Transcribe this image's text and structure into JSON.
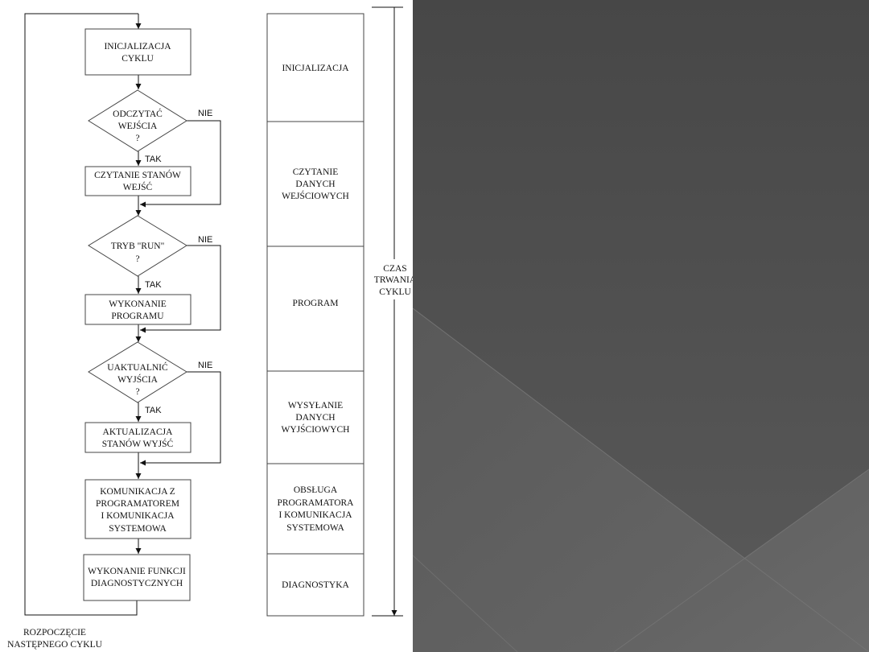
{
  "flowchart": {
    "init": [
      "INICJALIZACJA",
      "CYKLU"
    ],
    "decision_read": [
      "ODCZYTAĆ",
      "WEJŚCIA",
      "?"
    ],
    "read_inputs": [
      "CZYTANIE STANÓW",
      "WEJŚĆ"
    ],
    "decision_run": [
      "TRYB \"RUN\"",
      "?"
    ],
    "run_program": [
      "WYKONANIE",
      "PROGRAMU"
    ],
    "decision_update": [
      "UAKTUALNIĆ",
      "WYJŚCIA",
      "?"
    ],
    "update_outputs": [
      "AKTUALIZACJA",
      "STANÓW WYJŚĆ"
    ],
    "communication": [
      "KOMUNIKACJA Z",
      "PROGRAMATOREM",
      "I KOMUNIKACJA",
      "SYSTEMOWA"
    ],
    "diagnostics": [
      "WYKONANIE FUNKCJI",
      "DIAGNOSTYCZNYCH"
    ],
    "yes_label": "TAK",
    "no_label": "NIE",
    "restart": [
      "ROZPOCZĘCIE",
      "NASTĘPNEGO CYKLU"
    ]
  },
  "phases": [
    [
      "INICJALIZACJA"
    ],
    [
      "CZYTANIE",
      "DANYCH",
      "WEJŚCIOWYCH"
    ],
    [
      "PROGRAM"
    ],
    [
      "WYSYŁANIE",
      "DANYCH",
      "WYJŚCIOWYCH"
    ],
    [
      "OBSŁUGA",
      "PROGRAMATORA",
      "I KOMUNIKACJA",
      "SYSTEMOWA"
    ],
    [
      "DIAGNOSTYKA"
    ]
  ],
  "cycle_time_label": [
    "CZAS",
    "TRWANIA",
    "CYKLU"
  ],
  "colors": {
    "background_dark": "#4b4b4b",
    "background_light": "#666666",
    "line": "#111111"
  }
}
